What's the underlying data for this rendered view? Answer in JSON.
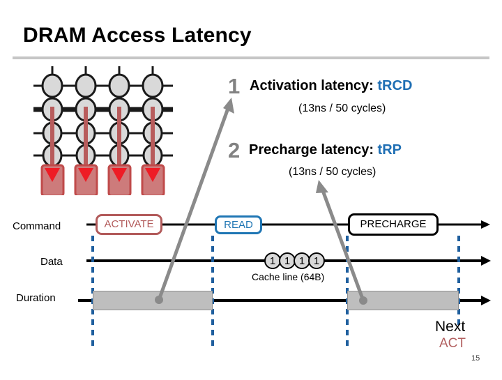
{
  "slide": {
    "title": "DRAM Access Latency",
    "number": "15"
  },
  "callouts": [
    {
      "number": "1",
      "heading_prefix": "Activation latency: ",
      "term": "tRCD",
      "sub": "(13ns / 50 cycles)"
    },
    {
      "number": "2",
      "heading_prefix": "Precharge latency: ",
      "term": "tRP",
      "sub": "(13ns / 50 cycles)"
    }
  ],
  "timeline": {
    "rows": [
      {
        "label": "Command"
      },
      {
        "label": "Data"
      },
      {
        "label": "Duration"
      }
    ],
    "commands": [
      {
        "label": "ACTIVATE",
        "color": "#b25a5a"
      },
      {
        "label": "READ",
        "color": "#1f76b4"
      },
      {
        "label": "PRECHARGE",
        "color": "#000000"
      }
    ],
    "data_bits": [
      "1",
      "1",
      "1",
      "1"
    ],
    "data_caption": "Cache line (64B)",
    "next_label": "Next",
    "next_command": "ACT"
  },
  "dram_array": {
    "rows": 4,
    "cols": 4,
    "activated_row_index": 2,
    "sense_amp_count": 4,
    "cell_fill": "#d9d9d9",
    "bitline_color": "#b85c5c",
    "sense_amp_fill": "#cd7b7b",
    "arrow_color": "#ee1c25"
  },
  "colors": {
    "accent_blue": "#1f76b4",
    "accent_red": "#b25a5a",
    "gray_arrow": "#808080",
    "rule": "#c6c6c6",
    "dashed_guide": "#1f5f9e",
    "duration_bar": "#bebebe"
  }
}
